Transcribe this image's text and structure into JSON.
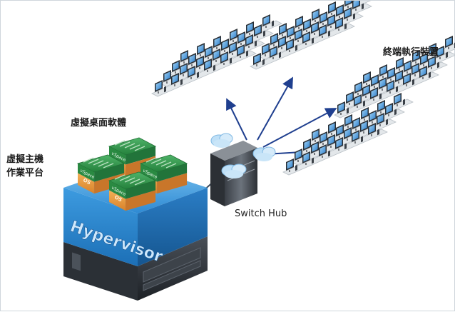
{
  "labels": {
    "host_platform_line1": "虛擬主機",
    "host_platform_line2": "作業平台",
    "desktop_software": "虛擬桌面軟體",
    "terminal_devices": "終端執行裝置",
    "switch_hub": "Switch Hub",
    "hypervisor": "Hypervisor"
  },
  "vm_modules": [
    {
      "os_label": "OS",
      "brand": "vSpace"
    },
    {
      "os_label": "OS",
      "brand": "vSpace"
    },
    {
      "os_label": "OS",
      "brand": "vSpace"
    },
    {
      "os_label": "OS",
      "brand": "vSpace"
    }
  ],
  "terminal_groups": [
    {
      "name": "group-left-top"
    },
    {
      "name": "group-top"
    },
    {
      "name": "group-right-mid"
    },
    {
      "name": "group-right-bottom"
    }
  ],
  "colors": {
    "hypervisor_blue": "#2f8fd6",
    "server_dark": "#2b3036",
    "board_green": "#2f9a4a",
    "os_orange": "#e79a3a",
    "arrow_blue": "#1f3f8f",
    "monitor_blue": "#4a9ad8",
    "cloud_blue": "#a8d4f2"
  }
}
